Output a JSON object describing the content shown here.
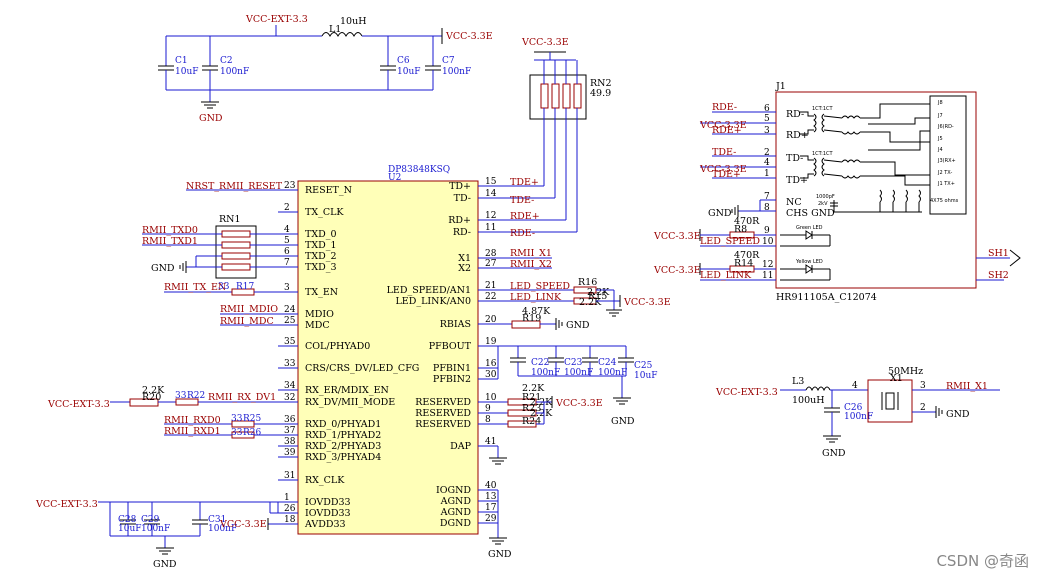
{
  "watermark": "CSDN @奇函",
  "power": {
    "vcc_ext": "VCC-EXT-3.3",
    "vcc_33": "VCC-3.3E",
    "gnd": "GND"
  },
  "ic": {
    "part": "DP83848KSQ",
    "ref": "U2",
    "left_pins": [
      {
        "num": "23",
        "name": "RESET_N"
      },
      {
        "num": "2",
        "name": "TX_CLK"
      },
      {
        "num": "4",
        "name": "TXD_0"
      },
      {
        "num": "5",
        "name": "TXD_1"
      },
      {
        "num": "6",
        "name": "TXD_2"
      },
      {
        "num": "7",
        "name": "TXD_3"
      },
      {
        "num": "3",
        "name": "TX_EN"
      },
      {
        "num": "24",
        "name": "MDIO"
      },
      {
        "num": "25",
        "name": "MDC"
      },
      {
        "num": "35",
        "name": "COL/PHYAD0"
      },
      {
        "num": "33",
        "name": "CRS/CRS_DV/LED_CFG"
      },
      {
        "num": "34",
        "name": "RX_ER/MDIX_EN"
      },
      {
        "num": "32",
        "name": "RX_DV/MII_MODE"
      },
      {
        "num": "36",
        "name": "RXD_0/PHYAD1"
      },
      {
        "num": "37",
        "name": "RXD_1/PHYAD2"
      },
      {
        "num": "38",
        "name": "RXD_2/PHYAD3"
      },
      {
        "num": "39",
        "name": "RXD_3/PHYAD4"
      },
      {
        "num": "31",
        "name": "RX_CLK"
      },
      {
        "num": "1",
        "name": "IOVDD33"
      },
      {
        "num": "26",
        "name": "IOVDD33"
      },
      {
        "num": "18",
        "name": "AVDD33"
      }
    ],
    "right_pins": [
      {
        "num": "15",
        "name": "TD+"
      },
      {
        "num": "14",
        "name": "TD-"
      },
      {
        "num": "12",
        "name": "RD+"
      },
      {
        "num": "11",
        "name": "RD-"
      },
      {
        "num": "28",
        "name": "X1"
      },
      {
        "num": "27",
        "name": "X2"
      },
      {
        "num": "21",
        "name": "LED_SPEED/AN1"
      },
      {
        "num": "22",
        "name": "LED_LINK/AN0"
      },
      {
        "num": "20",
        "name": "RBIAS"
      },
      {
        "num": "19",
        "name": "PFBOUT"
      },
      {
        "num": "16",
        "name": "PFBIN1"
      },
      {
        "num": "30",
        "name": "PFBIN2"
      },
      {
        "num": "10",
        "name": "RESERVED"
      },
      {
        "num": "9",
        "name": "RESERVED"
      },
      {
        "num": "8",
        "name": "RESERVED"
      },
      {
        "num": "41",
        "name": "DAP"
      },
      {
        "num": "40",
        "name": "IOGND"
      },
      {
        "num": "13",
        "name": "AGND"
      },
      {
        "num": "17",
        "name": "AGND"
      },
      {
        "num": "29",
        "name": "DGND"
      }
    ]
  },
  "nets": {
    "nrst": "NRST_RMII_RESET",
    "txd0": "RMII_TXD0",
    "txd1": "RMII_TXD1",
    "txen": "RMII_TX_EN",
    "mdio": "RMII_MDIO",
    "mdc": "RMII_MDC",
    "rxdv": "RMII_RX_DV1",
    "rxd0": "RMII_RXD0",
    "rxd1": "RMII_RXD1",
    "tdp": "TDE+",
    "tdn": "TDE-",
    "rdp": "RDE+",
    "rdn": "RDE-",
    "x1": "RMII_X1",
    "x2": "RMII_X2",
    "led_speed": "LED_SPEED",
    "led_link": "LED_LINK",
    "sh1": "SH1",
    "sh2": "SH2"
  },
  "parts": {
    "l1": {
      "ref": "L1",
      "value": "10uH"
    },
    "c1": {
      "ref": "C1",
      "value": "10uF"
    },
    "c2": {
      "ref": "C2",
      "value": "100nF"
    },
    "c6": {
      "ref": "C6",
      "value": "10uF"
    },
    "c7": {
      "ref": "C7",
      "value": "100nF"
    },
    "rn1": {
      "ref": "RN1"
    },
    "rn2": {
      "ref": "RN2",
      "value": "49.9"
    },
    "r17": {
      "ref": "R17",
      "value": "33"
    },
    "r16": {
      "ref": "R16",
      "value": "2.2K"
    },
    "r15": {
      "ref": "R15",
      "value": "2.2K"
    },
    "r19": {
      "ref": "R19",
      "value": "4.87K"
    },
    "r20": {
      "ref": "R20",
      "value": "2.2K"
    },
    "r22": {
      "ref": "R22",
      "value": "33"
    },
    "r25": {
      "ref": "R25",
      "value": "33"
    },
    "r26": {
      "ref": "R26",
      "value": "33"
    },
    "r21": {
      "ref": "R21",
      "value": "2.2K"
    },
    "r23": {
      "ref": "R23",
      "value": "2.2K"
    },
    "r24": {
      "ref": "R24",
      "value": "2.2K"
    },
    "c22": {
      "ref": "C22",
      "value": "100nF"
    },
    "c23": {
      "ref": "C23",
      "value": "100nF"
    },
    "c24": {
      "ref": "C24",
      "value": "100nF"
    },
    "c25": {
      "ref": "C25",
      "value": "10uF"
    },
    "c28": {
      "ref": "C28",
      "value": "10uF"
    },
    "c29": {
      "ref": "C29",
      "value": "100nF"
    },
    "c31": {
      "ref": "C31",
      "value": "100nF"
    },
    "l3": {
      "ref": "L3",
      "value": "100uH"
    },
    "c26": {
      "ref": "C26",
      "value": "100nF"
    },
    "x1": {
      "ref": "X1",
      "value": "50MHz"
    },
    "r8": {
      "ref": "R8",
      "value": "470R"
    },
    "r14": {
      "ref": "R14",
      "value": "470R"
    }
  },
  "jack": {
    "ref": "J1",
    "part": "HR911105A_C12074",
    "pin_labels": [
      "RD-",
      "RD+",
      "TD-",
      "TD+",
      "NC",
      "CHS GND"
    ],
    "pin_nums": [
      "6",
      "5",
      "3",
      "2",
      "4",
      "1",
      "7",
      "8",
      "9",
      "10",
      "12",
      "11"
    ],
    "green_led": "Green LED",
    "yellow_led": "Yellow LED",
    "note_cap": "1000pF 2kV",
    "note_res": "4X75 ohms",
    "inner_pins": [
      "J8",
      "J7",
      "J6(RD-",
      "J5",
      "J4",
      "J3(RX+",
      "J2 TX-",
      "J1 TX+"
    ],
    "xfmr_label": "1CT:1CT"
  }
}
